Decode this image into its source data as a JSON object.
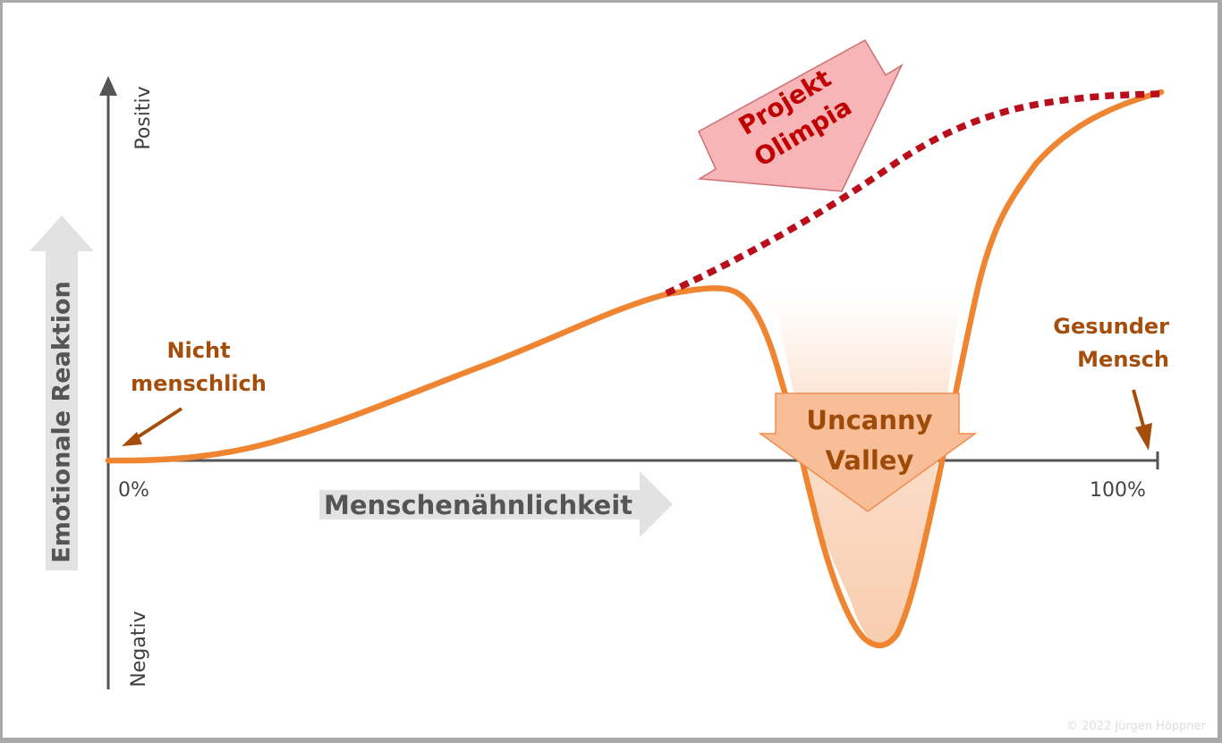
{
  "diagram": {
    "y_axis": {
      "title": "Emotionale Reaktion",
      "top_label": "Positiv",
      "bottom_label": "Negativ"
    },
    "x_axis": {
      "title": "Menschenähnlichkeit",
      "start_label": "0%",
      "end_label": "100%"
    },
    "annotations": {
      "not_human": [
        "Nicht",
        "menschlich"
      ],
      "healthy_human": [
        "Gesunder",
        "Mensch"
      ],
      "project": [
        "Projekt",
        "Olimpia"
      ],
      "valley": [
        "Uncanny",
        "Valley"
      ]
    },
    "copyright": "© 2022 Jürgen Höppner",
    "colors": {
      "curve": "#ef8431",
      "dotted_curve": "#b90f1c",
      "label_brown": "#a54d0b",
      "axis": "#555555",
      "project_fill": "#f7b5b8",
      "project_text": "#c00000",
      "valley_fill": "#f7be98",
      "valley_text": "#a04a0a",
      "big_arrow": "#e2e2e2"
    }
  }
}
